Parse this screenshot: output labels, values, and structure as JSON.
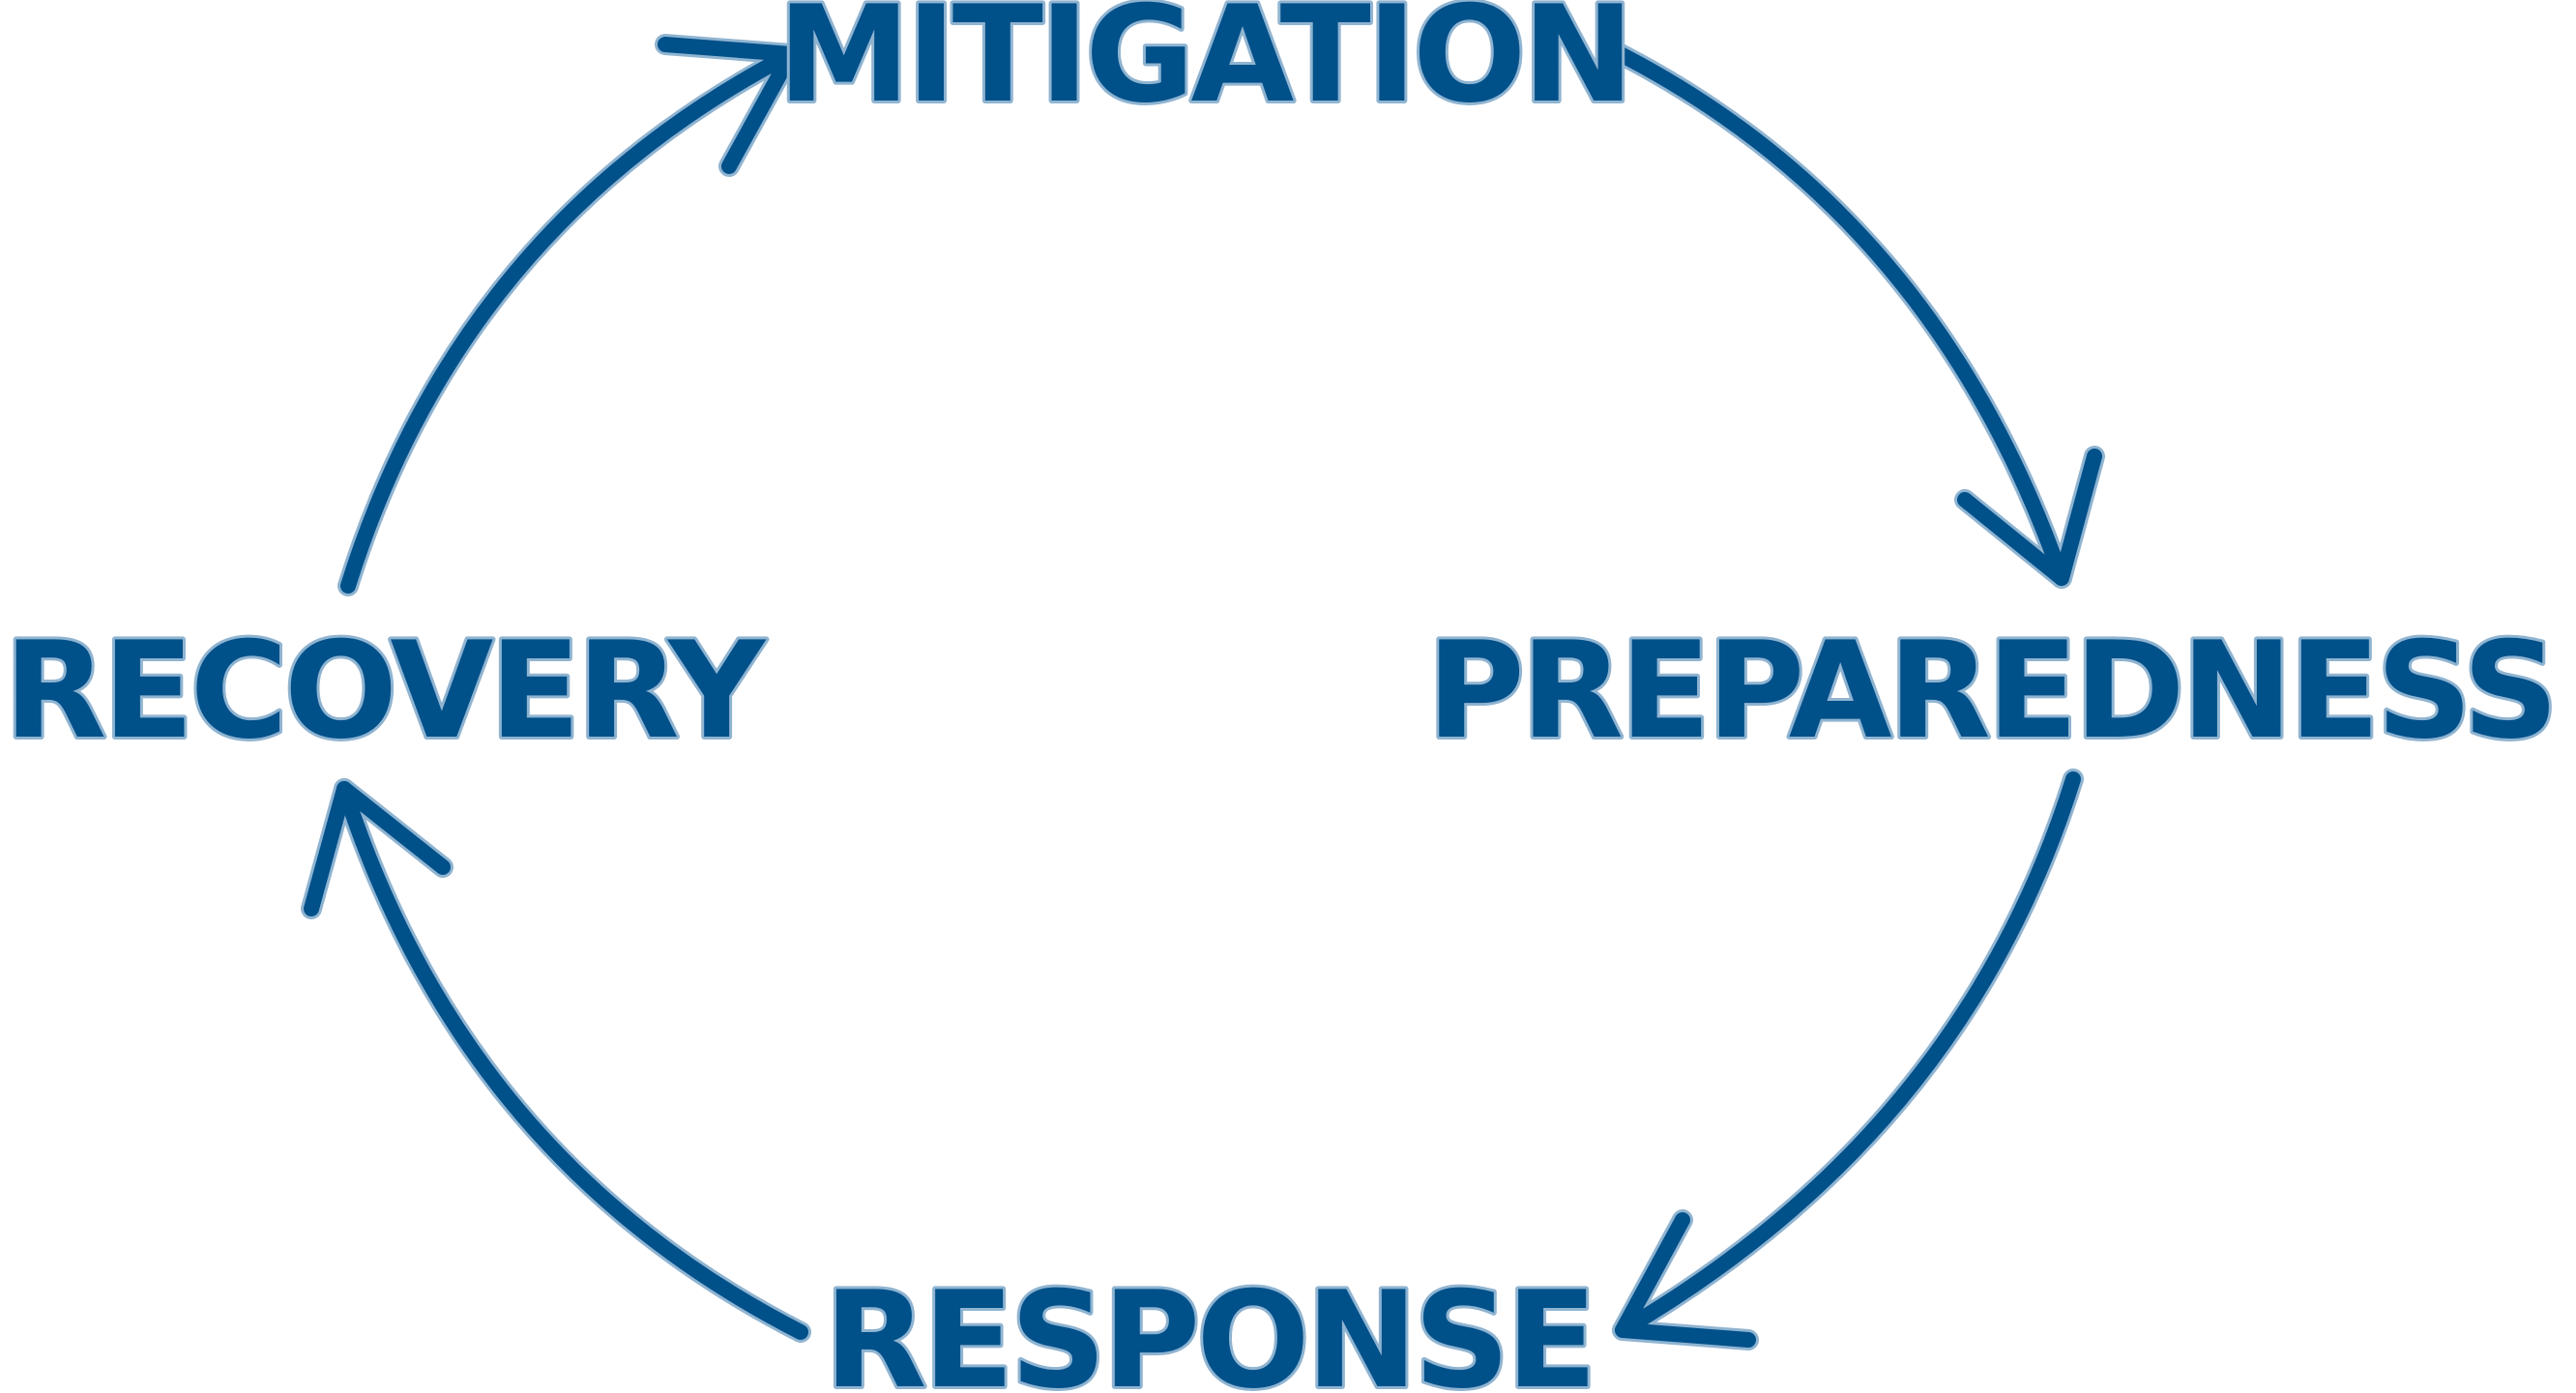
{
  "diagram": {
    "title": "",
    "colors": {
      "primary": "#00508a",
      "outline": "#8fb4d1",
      "background": "#ffffff"
    },
    "nodes": [
      {
        "id": "mitigation",
        "label": "MITIGATION"
      },
      {
        "id": "preparedness",
        "label": "PREPAREDNESS"
      },
      {
        "id": "response",
        "label": "RESPONSE"
      },
      {
        "id": "recovery",
        "label": "RECOVERY"
      }
    ],
    "edges": [
      {
        "from": "mitigation",
        "to": "preparedness"
      },
      {
        "from": "preparedness",
        "to": "response"
      },
      {
        "from": "response",
        "to": "recovery"
      },
      {
        "from": "recovery",
        "to": "mitigation"
      }
    ]
  }
}
